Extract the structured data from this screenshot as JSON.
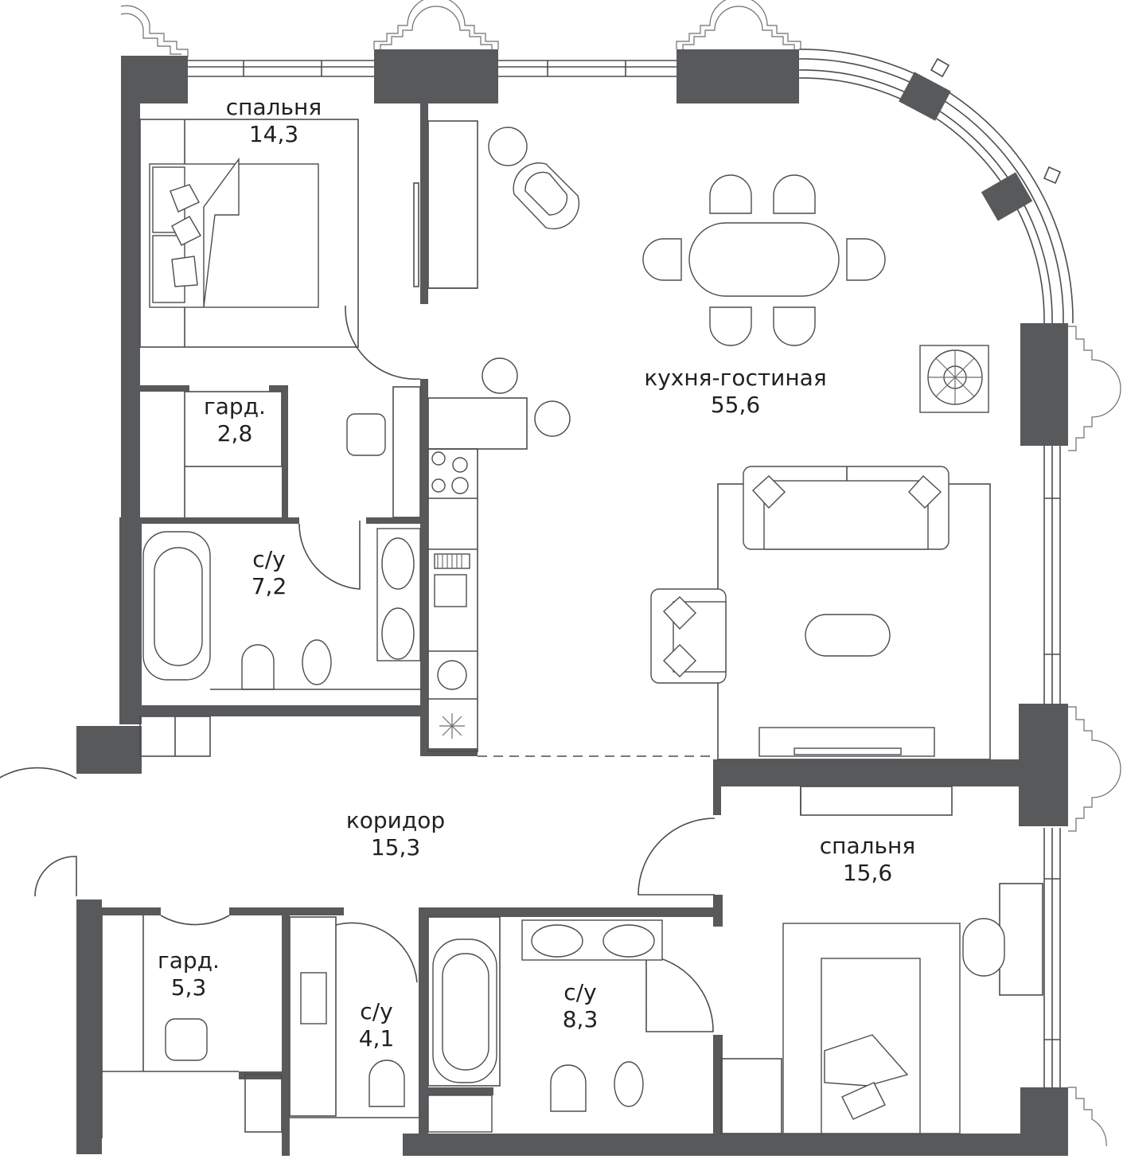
{
  "colors": {
    "wall": "#58595b",
    "line": "#4d4d4f",
    "text": "#231f20",
    "background": "#ffffff"
  },
  "rooms": [
    {
      "id": "bedroom-1",
      "name": "спальня",
      "area": "14,3"
    },
    {
      "id": "living-kitchen",
      "name": "кухня-гостиная",
      "area": "55,6"
    },
    {
      "id": "wardrobe-1",
      "name": "гард.",
      "area": "2,8"
    },
    {
      "id": "bathroom-1",
      "name": "с/у",
      "area": "7,2"
    },
    {
      "id": "corridor",
      "name": "коридор",
      "area": "15,3"
    },
    {
      "id": "bedroom-2",
      "name": "спальня",
      "area": "15,6"
    },
    {
      "id": "wardrobe-2",
      "name": "гард.",
      "area": "5,3"
    },
    {
      "id": "bathroom-2",
      "name": "с/у",
      "area": "4,1"
    },
    {
      "id": "bathroom-3",
      "name": "с/у",
      "area": "8,3"
    }
  ]
}
